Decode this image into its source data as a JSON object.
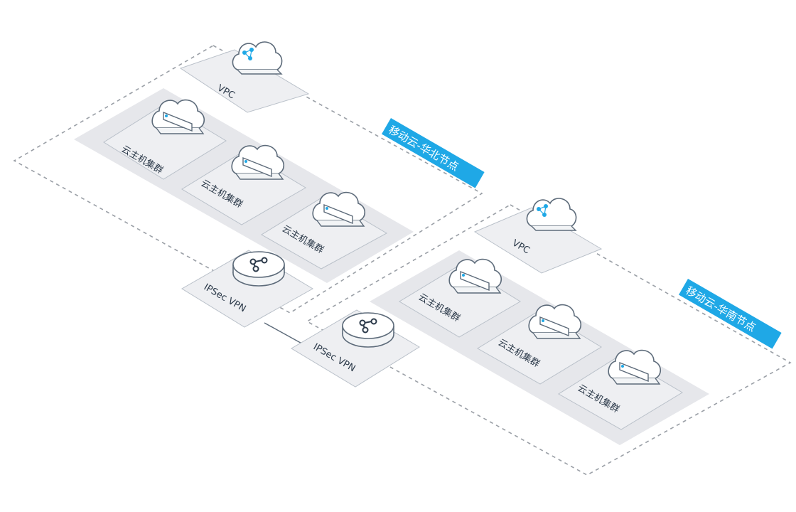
{
  "regions": [
    {
      "tag": "移动云-华北节点",
      "vpc_label": "VPC",
      "clusters": [
        "云主机集群",
        "云主机集群",
        "云主机集群"
      ],
      "vpn_label": "IPSec VPN"
    },
    {
      "tag": "移动云-华南节点",
      "vpc_label": "VPC",
      "clusters": [
        "云主机集群",
        "云主机集群",
        "云主机集群"
      ],
      "vpn_label": "IPSec VPN"
    }
  ],
  "colors": {
    "tag_bg": "#1fa8e6",
    "tile_bg": "#eeeff2",
    "tile_border": "#b9c0c9",
    "group_bg": "#e6e7eb",
    "dash": "#9a9fa6",
    "icon_stroke": "#5d6b7a",
    "accent": "#1fa8e6"
  }
}
